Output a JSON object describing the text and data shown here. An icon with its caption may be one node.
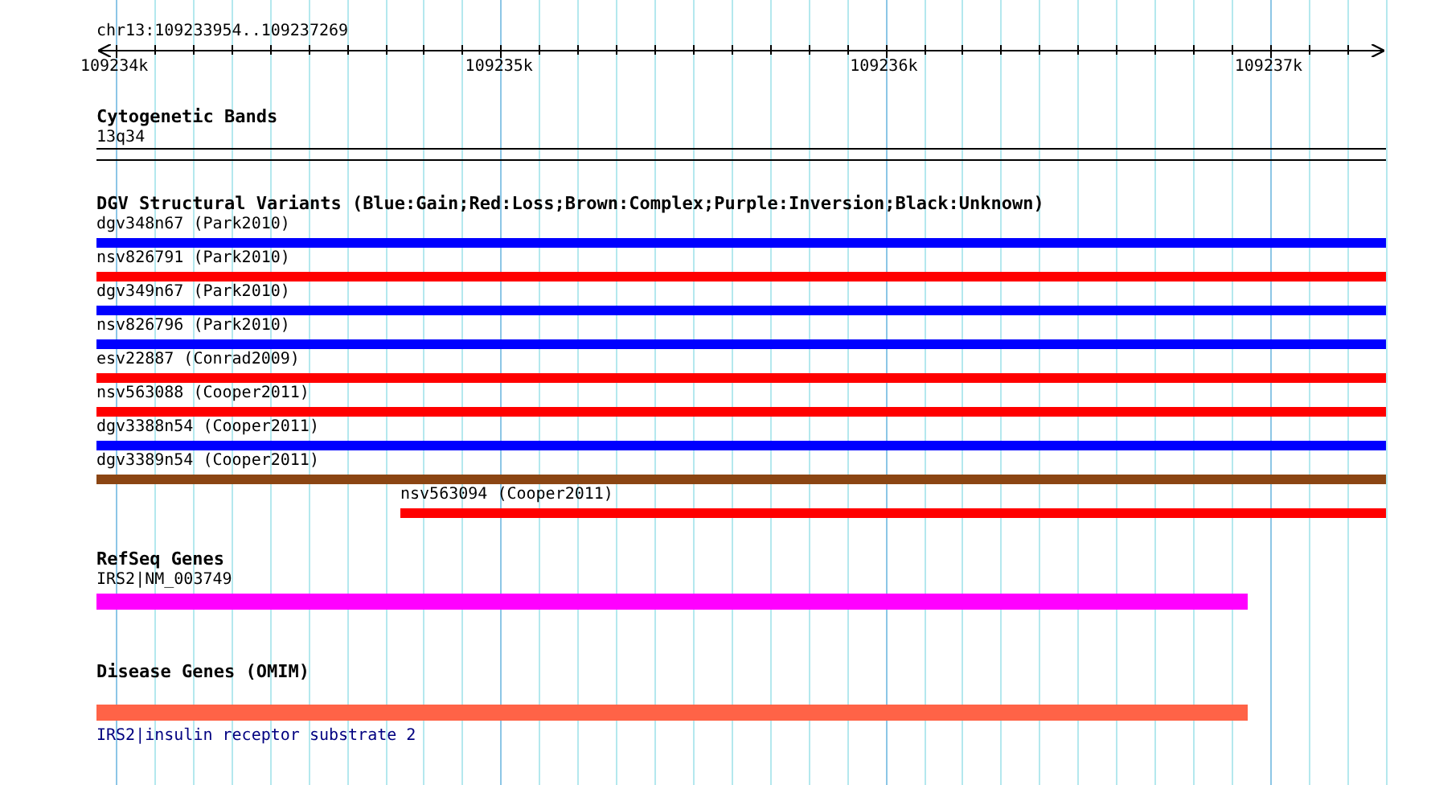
{
  "diagram": {
    "nodes": [
      {
        "text": [
          "Cytogenetic Bands"
        ]
      },
      {
        "text": [
          "13q34"
        ],
        "in": 0
      },
      {
        "text": [
          "DGV Structural Variants (Blue:Gain;Red:Loss;Brown:Complex;Purple:Inversion;Black:Unknown)"
        ]
      },
      {
        "text": [
          "dgv348n67 (Park2010)"
        ],
        "in": 2
      },
      {
        "text": [
          "nsv826791 (Park2010)"
        ],
        "in": 2
      },
      {
        "text": [
          "dgv349n67 (Park2010)"
        ],
        "in": 2
      },
      {
        "text": [
          "nsv826796 (Park2010)"
        ],
        "in": 2
      },
      {
        "text": [
          "esv22887 (Conrad2009)"
        ],
        "in": 2
      },
      {
        "text": [
          "nsv563088 (Cooper2011)"
        ],
        "in": 2
      },
      {
        "text": [
          "dgv3388n54 (Cooper2011)"
        ],
        "in": 2
      },
      {
        "text": [
          "dgv3389n54 (Cooper2011)"
        ],
        "in": 2
      },
      {
        "text": [
          "nsv563094 (Cooper2011)"
        ],
        "in": 2
      },
      {
        "text": [
          "RefSeq Genes"
        ]
      },
      {
        "text": [
          "IRS2|NM_003749"
        ],
        "in": 12
      },
      {
        "text": [
          "Disease Genes (OMIM)"
        ]
      },
      {
        "text": [
          "IRS2|insulin receptor substrate 2"
        ],
        "in": 14
      }
    ],
    "labels": [
      "chr13:109233954..109237269",
      "109234k",
      "109235k",
      "109236k",
      "109237k"
    ]
  }
}
